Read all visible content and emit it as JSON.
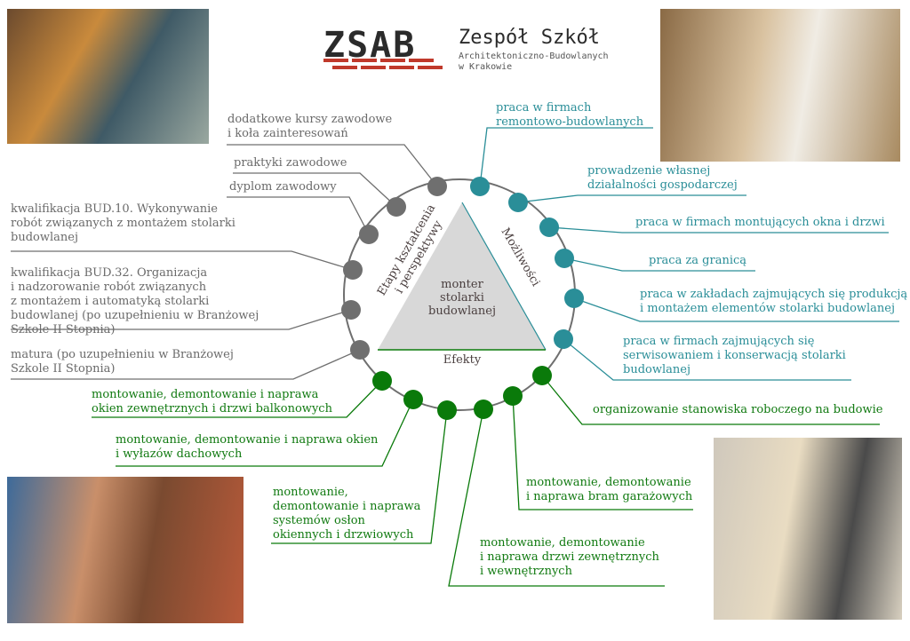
{
  "logo": {
    "mark": "ZSAB",
    "title": "Zespół Szkół",
    "subtitle": "Architektoniczno-Budowlanych\nw Krakowie"
  },
  "center": {
    "title": "monter\nstolarki\nbudowlanej",
    "side_left": "Etapy kształcenia\ni perspektywy",
    "side_right": "Możliwości",
    "side_bottom": "Efekty"
  },
  "stages": [
    "dodatkowe kursy zawodowe\ni koła zainteresowań",
    "praktyki zawodowe",
    "dyplom zawodowy",
    "kwalifikacja BUD.10. Wykonywanie\nrobót związanych z montażem stolarki\nbudowlanej",
    "kwalifikacja BUD.32. Organizacja\ni nadzorowanie robót związanych\nz montażem i automatyką stolarki\nbudowlanej (po uzupełnieniu w Branżowej Szkole II Stopnia)",
    "matura (po uzupełnieniu w Branżowej\nSzkole II Stopnia)"
  ],
  "opportunities": [
    "praca w firmach\nremontowo-budowlanych",
    "prowadzenie własnej\ndziałalności gospodarczej",
    "praca w firmach montujących okna i drzwi",
    "praca za granicą",
    "praca w zakładach zajmujących się produkcją\ni montażem elementów stolarki budowlanej",
    "praca w firmach zajmujących się\nserwisowaniem i konserwacją stolarki\nbudowlanej"
  ],
  "effects": [
    "organizowanie stanowiska roboczego na budowie",
    "montowanie, demontowanie\ni naprawa bram garażowych",
    "montowanie, demontowanie\ni naprawa drzwi zewnętrznych\ni wewnętrznych",
    "montowanie,\ndemontowanie i naprawa\nsystemów osłon\nokiennych i drzwiowych",
    "montowanie, demontowanie i naprawa okien\ni wyłazów dachowych",
    "montowanie, demontowanie i naprawa\nokien zewnętrznych i drzwi balkonowych"
  ],
  "colors": {
    "gray": "#6f6f6f",
    "teal": "#2a8e98",
    "green": "#0a7a0a",
    "triangle": "#d8d8d8",
    "brick": "#c0392b"
  }
}
